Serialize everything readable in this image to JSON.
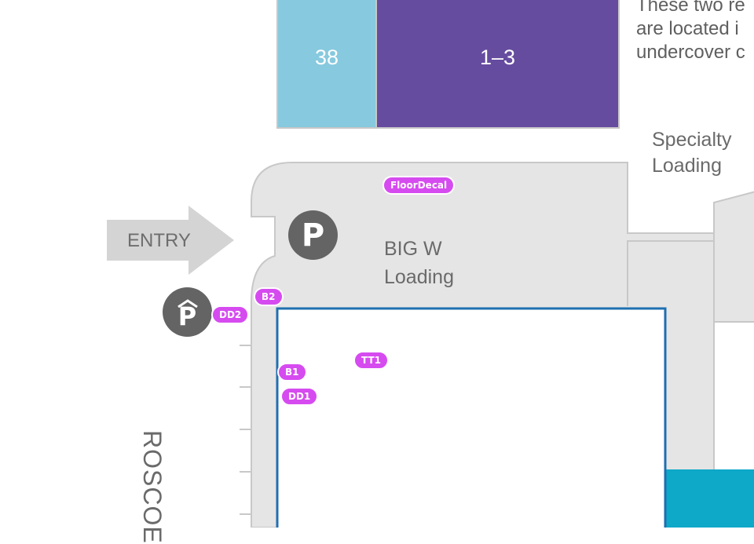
{
  "colors": {
    "store_38": "#87c9de",
    "store_1_3": "#664c9f",
    "loading_area": "#e6e5e5",
    "outline": "#c8c8c8",
    "highlight_border": "#1f6fb0",
    "teal_store": "#0ea8c8",
    "tag": "#d64bf0",
    "parking_icon": "#646464"
  },
  "note": {
    "line1": "These two re",
    "line2": "are located i",
    "line3": "undercover c"
  },
  "stores": {
    "s38": "38",
    "s13": "1–3"
  },
  "labels": {
    "specialty_line1": "Specialty",
    "specialty_line2": "Loading",
    "bigw_line1": "BIG W",
    "bigw_line2": "Loading",
    "entry": "ENTRY",
    "street": "ROSCOE"
  },
  "parking": {
    "letter": "P",
    "covered_letter": "P",
    "icon": "parking-icon",
    "covered_icon": "covered-parking-icon"
  },
  "markers": {
    "floor_decal": "FloorDecal",
    "b2": "B2",
    "dd2": "DD2",
    "tt1": "TT1",
    "b1": "B1",
    "dd1": "DD1"
  }
}
